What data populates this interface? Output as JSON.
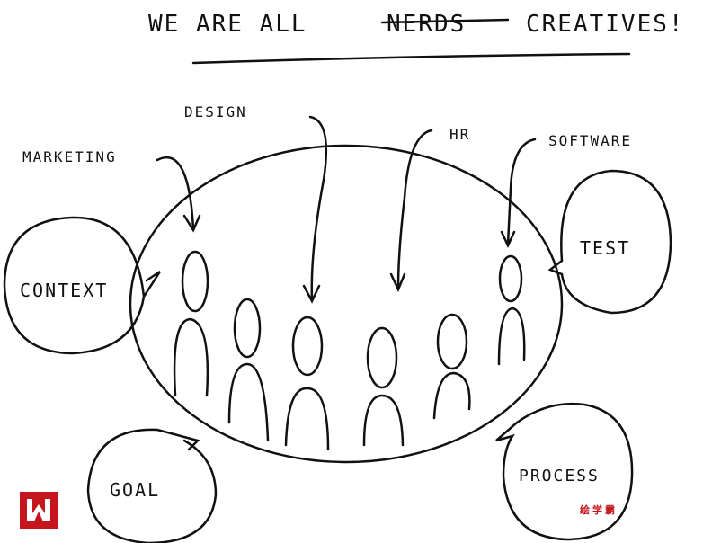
{
  "title": {
    "prefix": "WE ARE ALL",
    "struck": "NERDS",
    "suffix": "CREATIVES!"
  },
  "labels": {
    "marketing": "MARKETING",
    "design": "DESIGN",
    "hr": "HR",
    "software": "SOFTWARE"
  },
  "bubbles": {
    "context": "CONTEXT",
    "test": "TEST",
    "goal": "GOAL",
    "process": "PROCESS"
  },
  "watermark": {
    "text": "绘学霸",
    "logo_letter": "W",
    "color": "#c4161c"
  },
  "colors": {
    "ink": "#111111"
  }
}
